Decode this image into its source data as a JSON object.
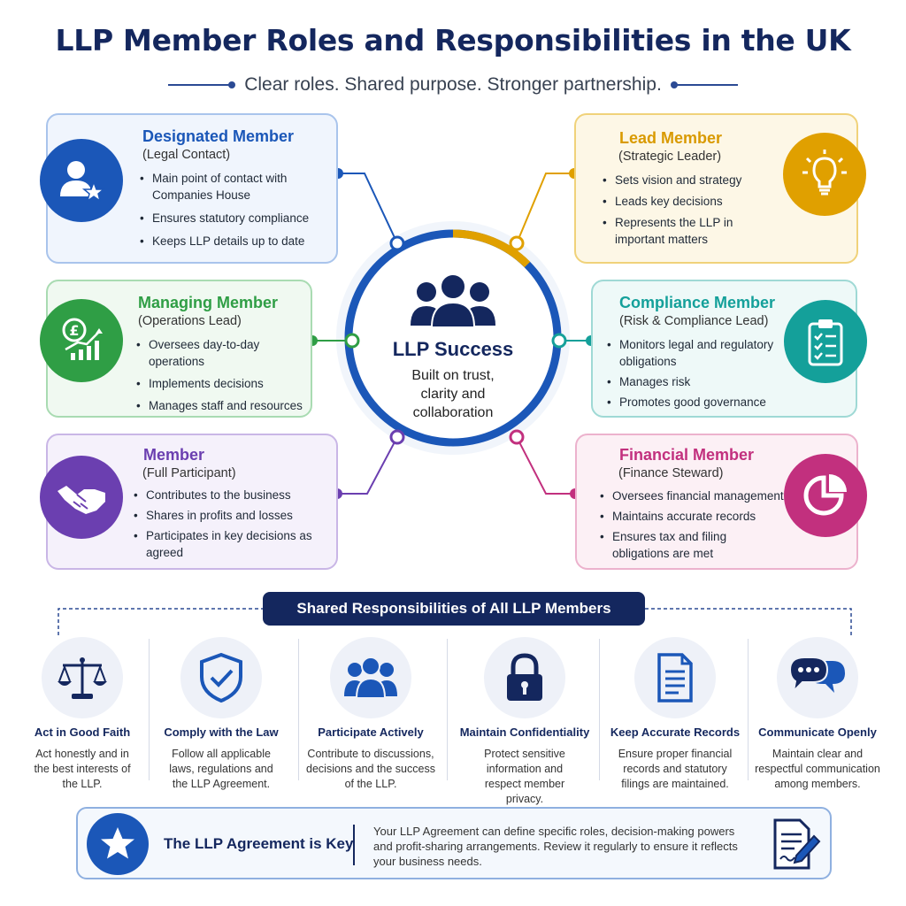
{
  "title": "LLP Member Roles and Responsibilities in the UK",
  "subtitle": "Clear roles. Shared purpose. Stronger partnership.",
  "center": {
    "title": "LLP Success",
    "line1": "Built on trust,",
    "line2": "clarity and",
    "line3": "collaboration"
  },
  "roles": {
    "designated": {
      "title": "Designated Member",
      "subtitle": "(Legal Contact)",
      "bullets": [
        "Main point of contact with Companies House",
        "Ensures statutory compliance",
        "Keeps LLP details up to date"
      ],
      "icon": "person-star-icon",
      "color": "#1b57b8"
    },
    "managing": {
      "title": "Managing Member",
      "subtitle": "(Operations Lead)",
      "bullets": [
        "Oversees day-to-day operations",
        "Implements decisions",
        "Manages staff and resources"
      ],
      "icon": "pound-growth-icon",
      "color": "#2f9e45"
    },
    "member": {
      "title": "Member",
      "subtitle": "(Full Participant)",
      "bullets": [
        "Contributes to the business",
        "Shares in profits and losses",
        "Participates in key decisions as agreed"
      ],
      "icon": "handshake-icon",
      "color": "#6b3fb0"
    },
    "lead": {
      "title": "Lead Member",
      "subtitle": "(Strategic Leader)",
      "bullets": [
        "Sets vision and strategy",
        "Leads key decisions",
        "Represents the LLP in important matters"
      ],
      "icon": "lightbulb-icon",
      "color": "#e0a000"
    },
    "compliance": {
      "title": "Compliance Member",
      "subtitle": "(Risk & Compliance Lead)",
      "bullets": [
        "Monitors legal and regulatory obligations",
        "Manages risk",
        "Promotes good governance"
      ],
      "icon": "clipboard-checklist-icon",
      "color": "#14a09a"
    },
    "financial": {
      "title": "Financial Member",
      "subtitle": "(Finance Steward)",
      "bullets": [
        "Oversees financial management",
        "Maintains accurate records",
        "Ensures tax and filing obligations are met"
      ],
      "icon": "pie-chart-icon",
      "color": "#c2307e"
    }
  },
  "shared": {
    "heading": "Shared Responsibilities of All LLP Members",
    "items": [
      {
        "title": "Act in Good Faith",
        "desc": "Act honestly and in the best interests of the LLP.",
        "icon": "scales-icon"
      },
      {
        "title": "Comply with the Law",
        "desc": "Follow all applicable laws, regulations and the LLP Agreement.",
        "icon": "shield-check-icon"
      },
      {
        "title": "Participate Actively",
        "desc": "Contribute to discussions, decisions and the success of the LLP.",
        "icon": "group-icon"
      },
      {
        "title": "Maintain Confidentiality",
        "desc": "Protect sensitive information and respect member privacy.",
        "icon": "padlock-icon"
      },
      {
        "title": "Keep Accurate Records",
        "desc": "Ensure proper financial records and statutory filings are maintained.",
        "icon": "document-icon"
      },
      {
        "title": "Communicate Openly",
        "desc": "Maintain clear and respectful communication among members.",
        "icon": "speech-bubbles-icon"
      }
    ]
  },
  "agreement": {
    "title": "The LLP Agreement is Key",
    "desc": "Your LLP Agreement can define specific roles, decision-making powers and profit-sharing arrangements. Review it regularly to ensure it reflects your business needs.",
    "icon": "star-icon",
    "doc_icon": "document-pen-icon"
  }
}
